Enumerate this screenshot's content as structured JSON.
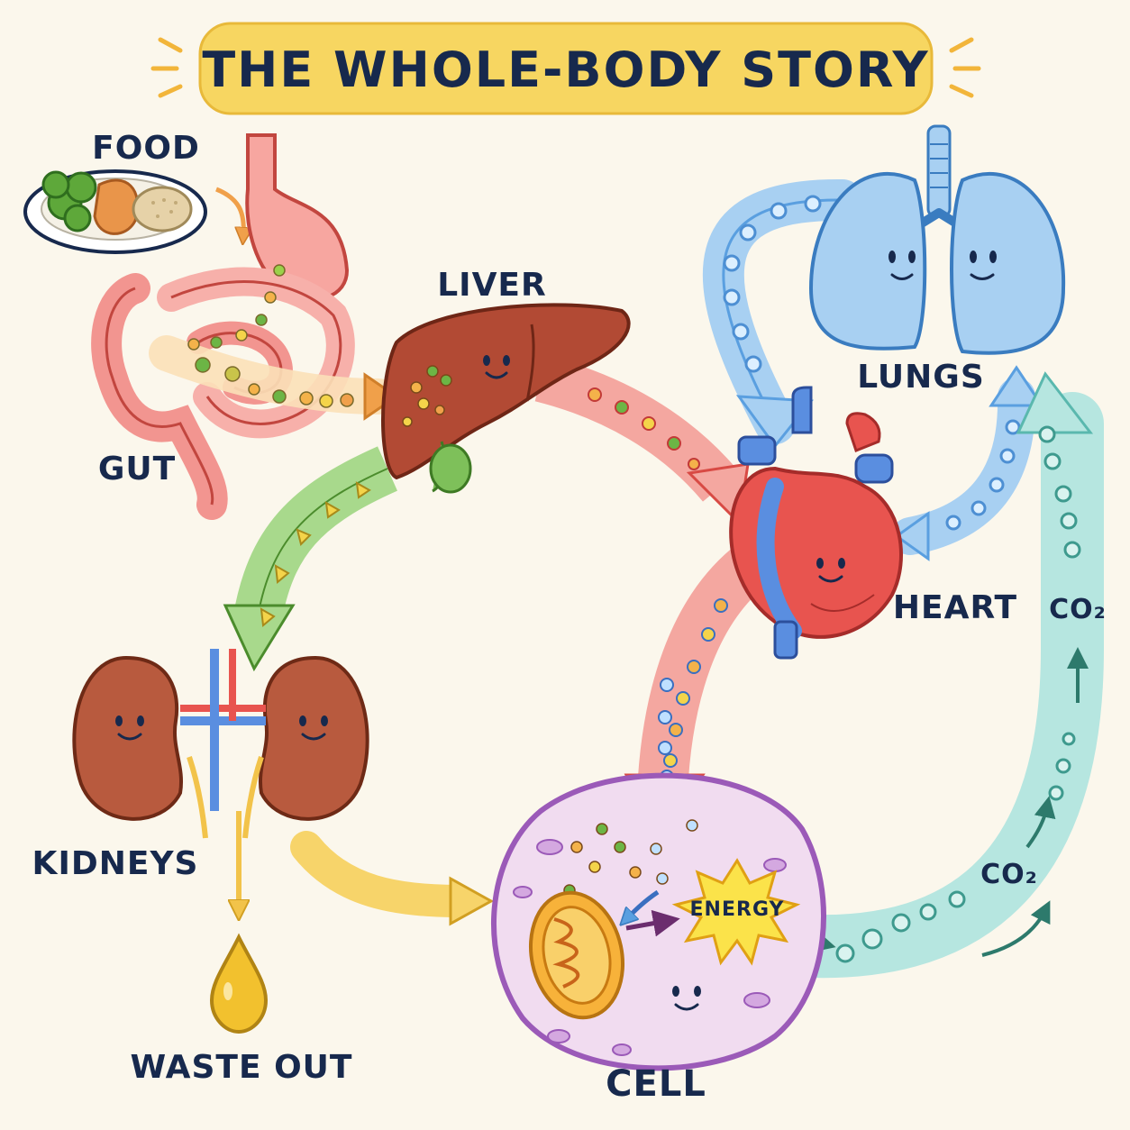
{
  "title": "THE WHOLE-BODY STORY",
  "labels": {
    "food": "FOOD",
    "gut": "GUT",
    "liver": "LIVER",
    "lungs": "LUNGS",
    "heart": "HEART",
    "kidneys": "KIDNEYS",
    "waste": "WASTE OUT",
    "cell": "CELL",
    "energy": "ENERGY",
    "co2_upper": "CO₂",
    "co2_lower": "CO₂"
  },
  "colors": {
    "background": "#fbf7ec",
    "title_banner": "#f7d661",
    "text": "#17294d",
    "nutrient_arrow": "#f0a04a",
    "blood_arrow": "#e8544f",
    "bile_arrow": "#6cb545",
    "oxygen_arrow": "#5a9fe0",
    "co2_arrow": "#8fd6cf",
    "waste_arrow": "#f2c34a"
  },
  "icons": [
    "food-plate-icon",
    "gut-icon",
    "liver-icon",
    "lungs-icon",
    "heart-icon",
    "kidneys-icon",
    "waste-drop-icon",
    "cell-icon",
    "mitochondrion-icon",
    "energy-burst-icon"
  ]
}
